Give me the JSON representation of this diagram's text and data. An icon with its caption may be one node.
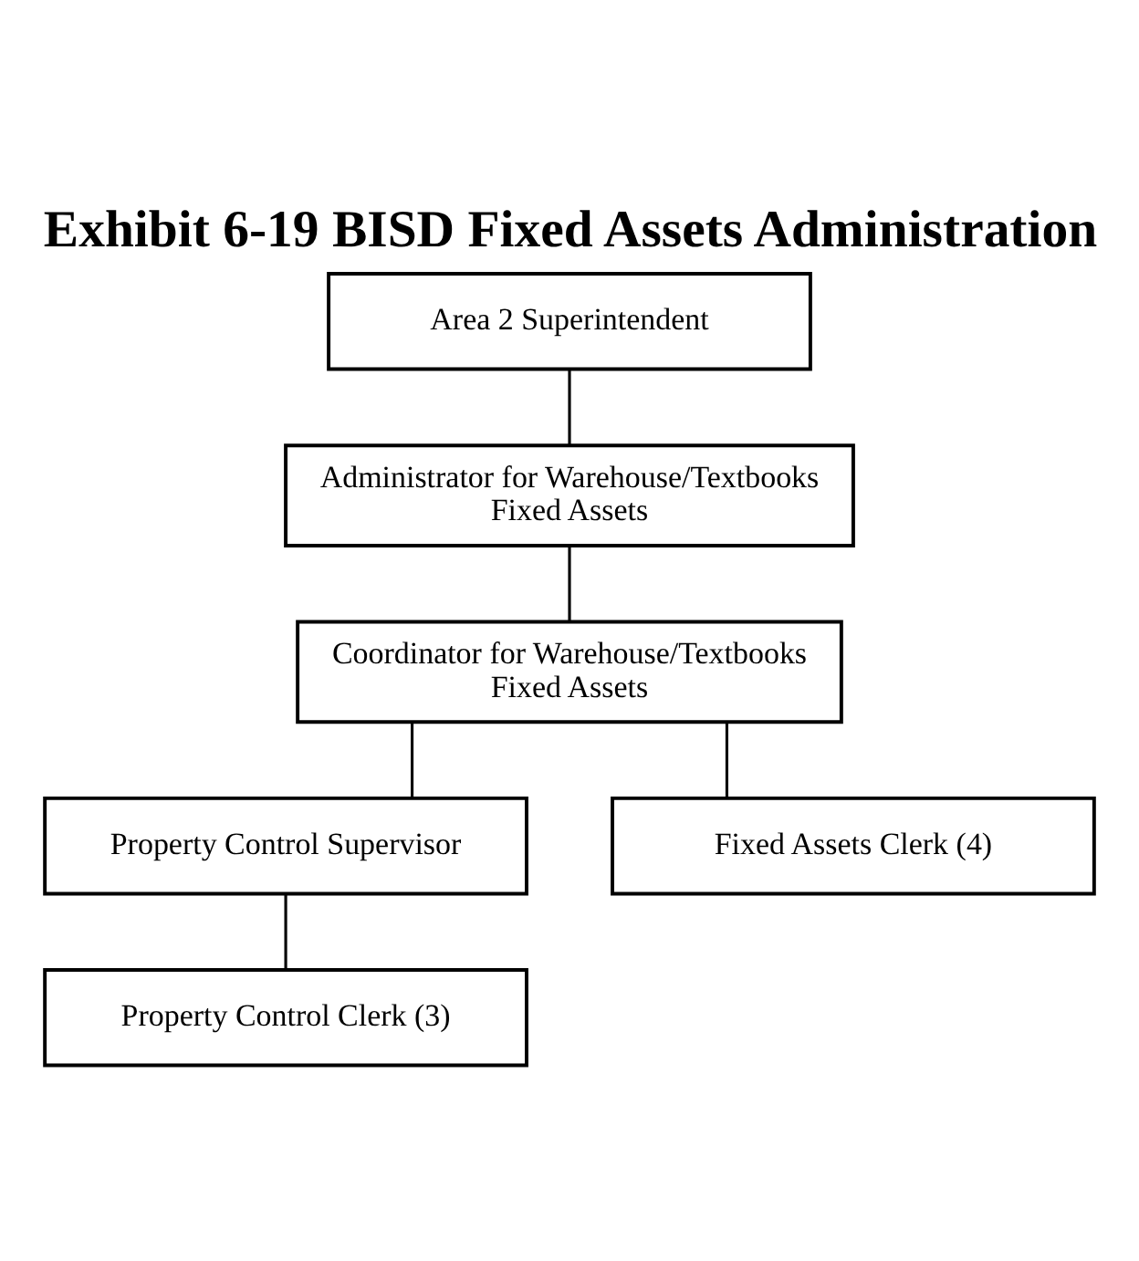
{
  "diagram": {
    "title": "Exhibit 6-19 BISD Fixed Assets Administration",
    "nodes": [
      {
        "text": [
          "Area 2 Superintendent"
        ]
      },
      {
        "text": [
          "Administrator for Warehouse/Textbooks Fixed Assets"
        ]
      },
      {
        "text": [
          "Coordinator for Warehouse/Textbooks Fixed Assets"
        ]
      },
      {
        "text": [
          "Property Control Supervisor"
        ]
      },
      {
        "text": [
          "Fixed Assets Clerk (4)"
        ]
      },
      {
        "text": [
          "Property Control Clerk (3)"
        ]
      }
    ],
    "edges": [
      {
        "from": 0,
        "to": 1,
        "arrow": "none"
      },
      {
        "from": 1,
        "to": 2,
        "arrow": "none"
      },
      {
        "from": 2,
        "to": 3,
        "arrow": "none"
      },
      {
        "from": 2,
        "to": 4,
        "arrow": "none"
      },
      {
        "from": 3,
        "to": 5,
        "arrow": "none"
      }
    ]
  }
}
